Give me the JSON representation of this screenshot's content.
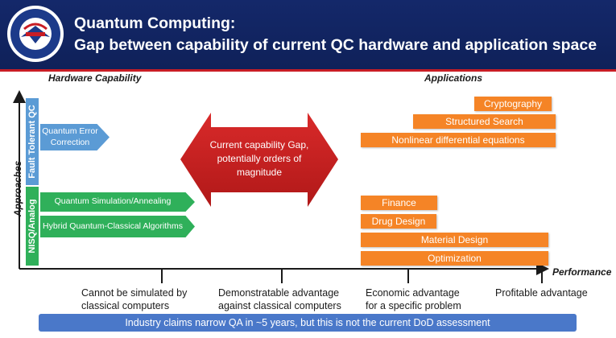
{
  "header": {
    "title_line1": "Quantum Computing:",
    "title_line2": "Gap between capability of current QC hardware and application space"
  },
  "labels": {
    "hardware_capability": "Hardware Capability",
    "applications": "Applications",
    "approaches": "Approaches",
    "performance": "Performance"
  },
  "categories": {
    "fault_tolerant": "Fault Tolerant QC",
    "nisq": "NISQ/Analog"
  },
  "hardware": {
    "qec_line1": "Quantum Error",
    "qec_line2": "Correction",
    "simulation": "Quantum Simulation/Annealing",
    "hybrid": "Hybrid Quantum-Classical Algorithms"
  },
  "gap": {
    "line1": "Current capability Gap,",
    "line2": "potentially orders of",
    "line3": "magnitude"
  },
  "applications": {
    "cryptography": "Cryptography",
    "structured_search": "Structured Search",
    "nonlinear": "Nonlinear differential equations",
    "finance": "Finance",
    "drug_design": "Drug Design",
    "material_design": "Material Design",
    "optimization": "Optimization"
  },
  "ticks": {
    "t1_line1": "Cannot be simulated by",
    "t1_line2": "classical computers",
    "t2_line1": "Demonstratable advantage",
    "t2_line2": "against classical computers",
    "t3_line1": "Economic advantage",
    "t3_line2": "for a specific problem",
    "t4_line1": "Profitable advantage"
  },
  "banner": "Industry claims narrow QA in ~5 years, but this is not the current DoD assessment",
  "colors": {
    "header_bg": "#14286a",
    "header_rule": "#c81d25",
    "fault_tolerant": "#5b9bd5",
    "nisq": "#2fb05a",
    "gap_arrow": "#c81d1d",
    "application": "#f58426",
    "banner": "#4a78c9"
  }
}
